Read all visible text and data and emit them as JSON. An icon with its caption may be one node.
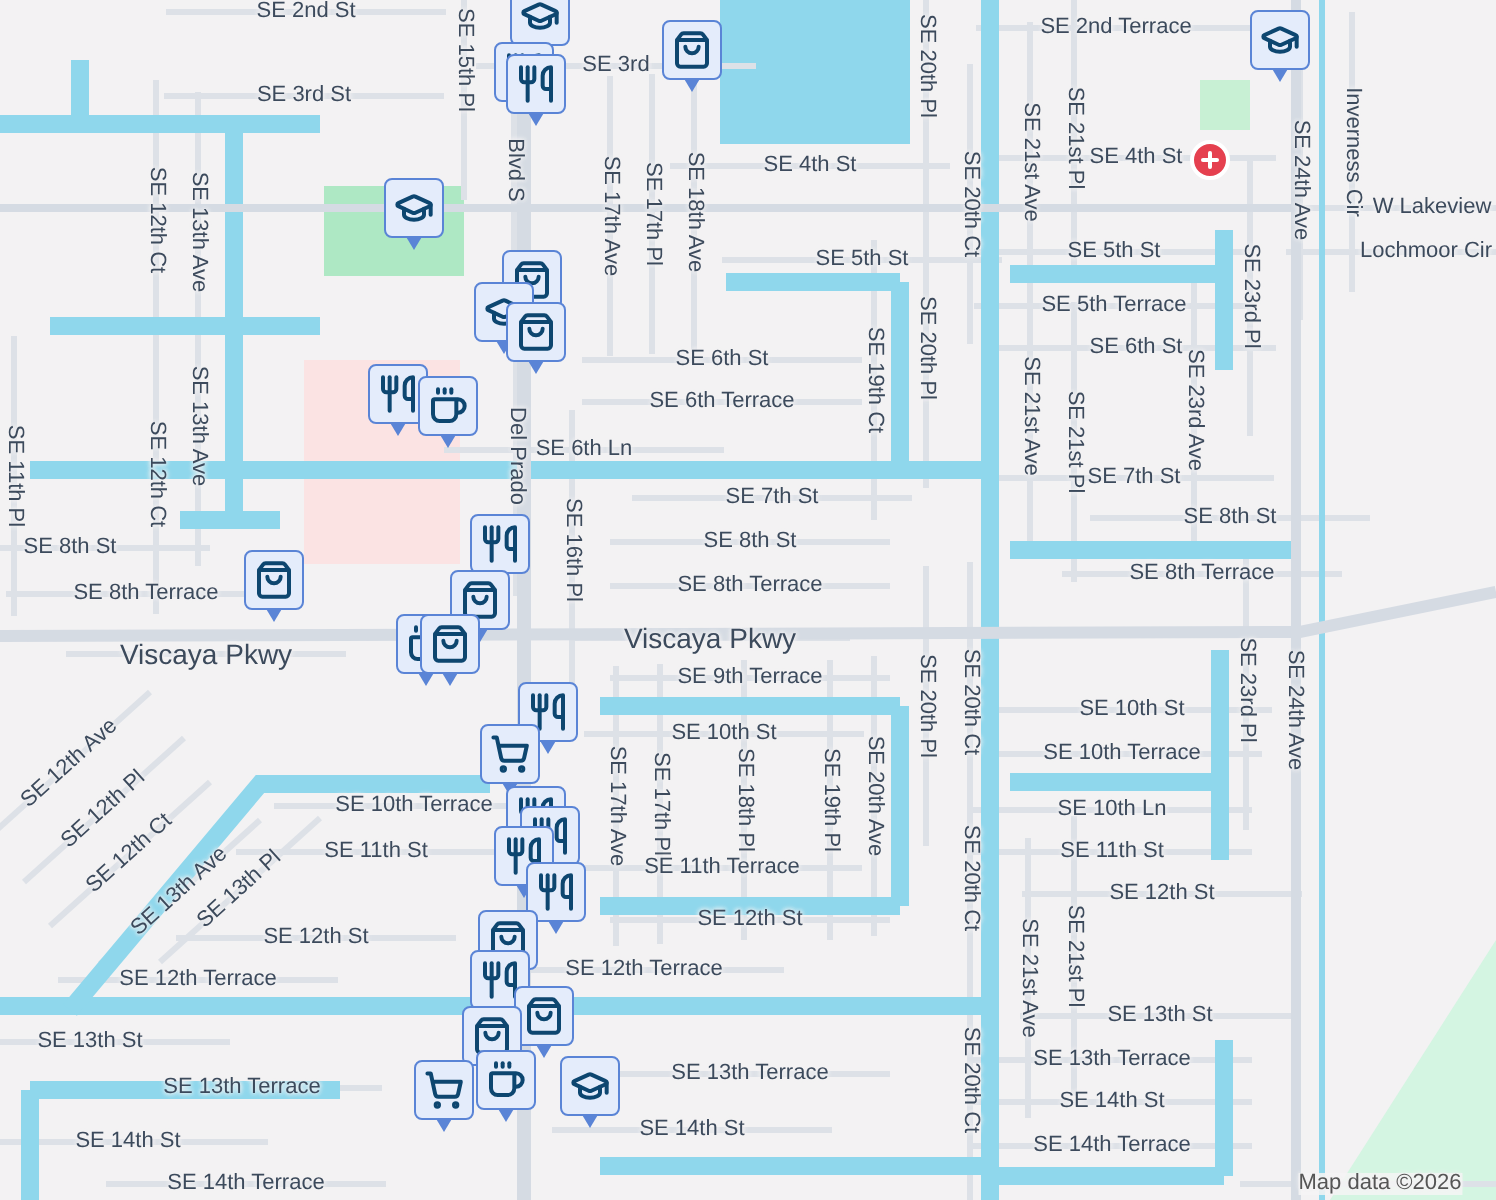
{
  "diagram": {
    "labels": [
      "SE 2nd St",
      "SE 2nd Terrace",
      "SE 15th Pl",
      "SE 3rd",
      "SE 20th Pl",
      "SE 3rd St",
      "Blvd S",
      "SE 21st Pl",
      "SE 21st Ave",
      "Inverness Cir",
      "SE 4th St",
      "SE 4th St",
      "SE 24th Ave",
      "W Lakeview",
      "SE 20th Ct",
      "SE 17th Ave",
      "SE 17th Pl",
      "SE 18th Ave",
      "SE 12th Ct",
      "SE 13th Ave",
      "Lochmoor Cir",
      "SE 5th St",
      "SE 5th St",
      "SE 5th Terrace",
      "SE 23rd Pl",
      "SE 6th St",
      "SE 6th St",
      "SE 19th Ct",
      "SE 20th Pl",
      "SE 6th Terrace",
      "SE 21st Ave",
      "SE 21st Pl",
      "SE 23rd Ave",
      "SE 13th Ave",
      "SE 12th Ct",
      "SE 11th Pl",
      "Del Prado",
      "SE 6th Ln",
      "SE 7th St",
      "SE 7th St",
      "SE 8th St",
      "SE 8th St",
      "SE 16th Pl",
      "SE 8th St",
      "SE 8th Terrace",
      "SE 8th Terrace",
      "SE 8th Terrace",
      "Viscaya Pkwy",
      "Viscaya Pkwy",
      "SE 9th Terrace",
      "SE 20th Pl",
      "SE 20th Ct",
      "SE 23rd Pl",
      "SE 24th Ave",
      "SE 10th St",
      "SE 10th St",
      "SE 10th Terrace",
      "SE 12th Ave",
      "SE 10th Terrace",
      "SE 17th Ave",
      "SE 17th Pl",
      "SE 18th Pl",
      "SE 19th Pl",
      "SE 20th Ave",
      "SE 12th Pl",
      "SE 10th Ln",
      "SE 11th St",
      "SE 11th St",
      "SE 12th Ct",
      "SE 11th Terrace",
      "SE 20th Ct",
      "SE 13th Ave",
      "SE 13th Pl",
      "SE 12th St",
      "SE 12th St",
      "SE 12th St",
      "SE 21st Ave",
      "SE 21st Pl",
      "SE 12th Terrace",
      "SE 12th Terrace",
      "SE 13th St",
      "SE 13th St",
      "SE 13th Terrace",
      "SE 13th Terrace",
      "SE 20th Ct",
      "SE 13th Terrace",
      "SE 14th St",
      "SE 14th St",
      "SE 14th St",
      "SE 14th Terrace",
      "SE 14th Terrace",
      "Map data ©2026"
    ]
  }
}
